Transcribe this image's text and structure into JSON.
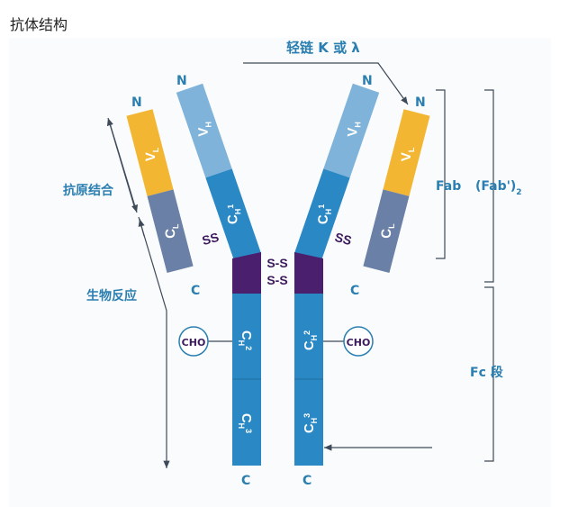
{
  "title": "抗体结构",
  "labels": {
    "light_chain": "轻链 K 或 λ",
    "antigen_binding": "抗原结合",
    "bio_response": "生物反应",
    "fab": "Fab",
    "fab2": "(Fab')",
    "fab2_sub": "2",
    "fc": "Fc 段",
    "n": "N",
    "c": "C",
    "cho": "CHO",
    "ss": "S-S",
    "ss_short": "SS"
  },
  "segments": {
    "V": "V",
    "C": "C",
    "H": "H",
    "L": "L",
    "one": "1",
    "two": "2",
    "three": "3"
  },
  "colors": {
    "vl": "#f2b632",
    "cl": "#6b80a6",
    "vh": "#7fb3da",
    "ch": "#2a88c5",
    "hinge": "#4a1f6e",
    "text": "#2a7fb0"
  }
}
